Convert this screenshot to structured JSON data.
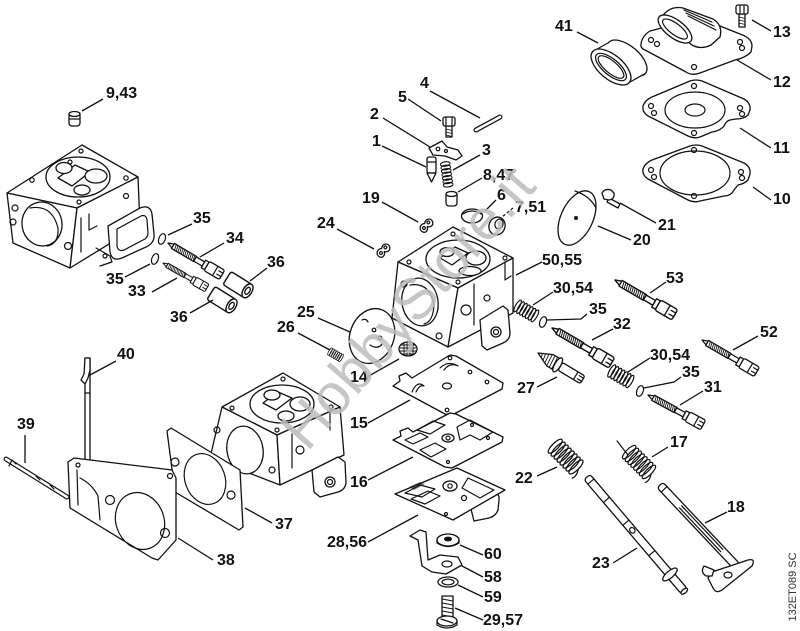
{
  "diagram": {
    "figure_code": "132ET089 SC",
    "watermark": "HobbyStore.it",
    "callouts": [
      {
        "label": "9,43"
      },
      {
        "label": "4"
      },
      {
        "label": "5"
      },
      {
        "label": "2"
      },
      {
        "label": "1"
      },
      {
        "label": "3"
      },
      {
        "label": "8,47"
      },
      {
        "label": "19"
      },
      {
        "label": "6"
      },
      {
        "label": "7,51"
      },
      {
        "label": "24"
      },
      {
        "label": "41"
      },
      {
        "label": "13"
      },
      {
        "label": "12"
      },
      {
        "label": "11"
      },
      {
        "label": "10"
      },
      {
        "label": "21"
      },
      {
        "label": "20"
      },
      {
        "label": "35"
      },
      {
        "label": "34"
      },
      {
        "label": "36"
      },
      {
        "label": "35"
      },
      {
        "label": "33"
      },
      {
        "label": "36"
      },
      {
        "label": "50,55"
      },
      {
        "label": "30,54"
      },
      {
        "label": "53"
      },
      {
        "label": "35"
      },
      {
        "label": "32"
      },
      {
        "label": "52"
      },
      {
        "label": "25"
      },
      {
        "label": "26"
      },
      {
        "label": "14"
      },
      {
        "label": "30,54"
      },
      {
        "label": "35"
      },
      {
        "label": "31"
      },
      {
        "label": "27"
      },
      {
        "label": "40"
      },
      {
        "label": "39"
      },
      {
        "label": "15"
      },
      {
        "label": "17"
      },
      {
        "label": "22"
      },
      {
        "label": "16"
      },
      {
        "label": "37"
      },
      {
        "label": "18"
      },
      {
        "label": "28,56"
      },
      {
        "label": "38"
      },
      {
        "label": "60"
      },
      {
        "label": "23"
      },
      {
        "label": "58"
      },
      {
        "label": "59"
      },
      {
        "label": "29,57"
      }
    ]
  }
}
